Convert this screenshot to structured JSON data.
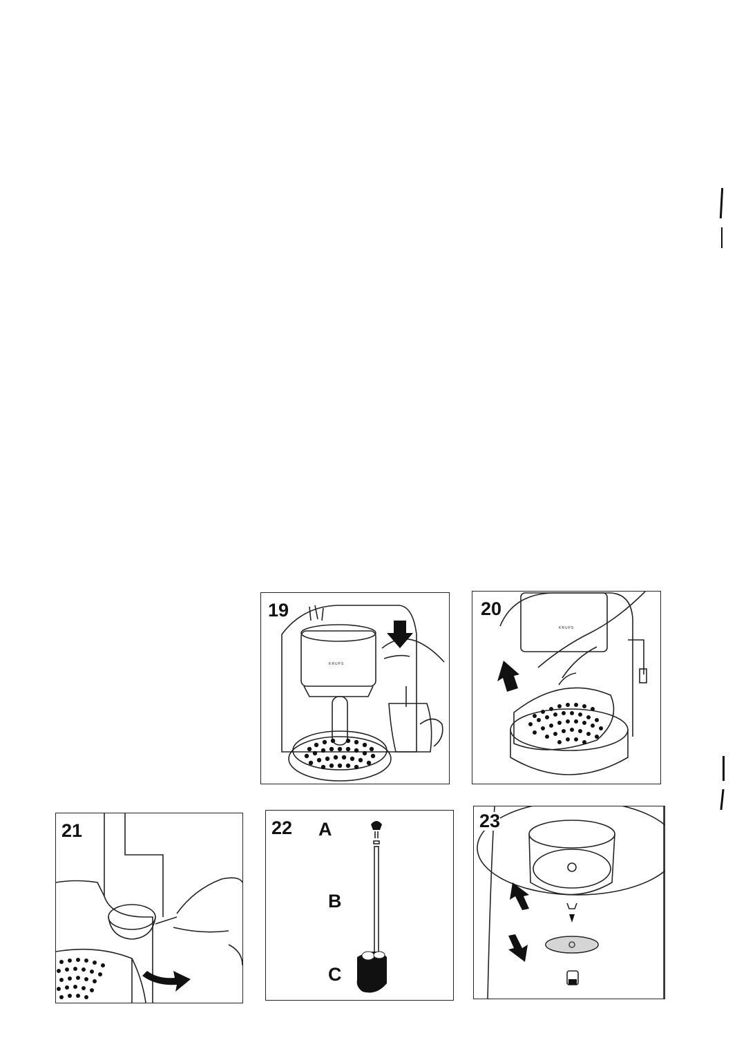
{
  "figures": [
    {
      "number": "19",
      "brand": "KRUPS"
    },
    {
      "number": "20",
      "brand": "KRUPS"
    },
    {
      "number": "21"
    },
    {
      "number": "22",
      "parts": [
        "A",
        "B",
        "C"
      ]
    },
    {
      "number": "23"
    }
  ]
}
